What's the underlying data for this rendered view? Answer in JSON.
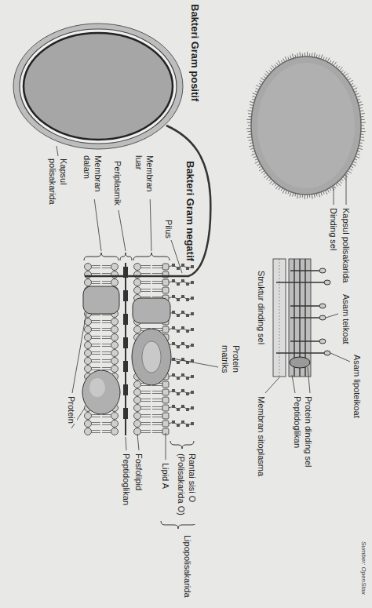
{
  "diagram": {
    "labels": [
      "Bakteri Gram positif",
      "Kapsul polisakarida",
      "Dinding sel",
      "Asam teikoat",
      "Asam lipoteikoat",
      "Protein dinding sel",
      "Peptidoglikan",
      "Struktur dinding sel",
      "Membran sitoplasma",
      "Bakteri Gram negatif",
      "Pilus",
      "Membran luar",
      "Periplasmik",
      "Membran dalam",
      "Kapsul polisakarida",
      "Protein matriks",
      "Protein",
      "Rantai sisi O (Polisakarida O)",
      "Lipopolisakarida",
      "Lipid A",
      "Fosfolipid",
      "Peptidoglikan",
      "Sumber: OpenStax"
    ]
  }
}
